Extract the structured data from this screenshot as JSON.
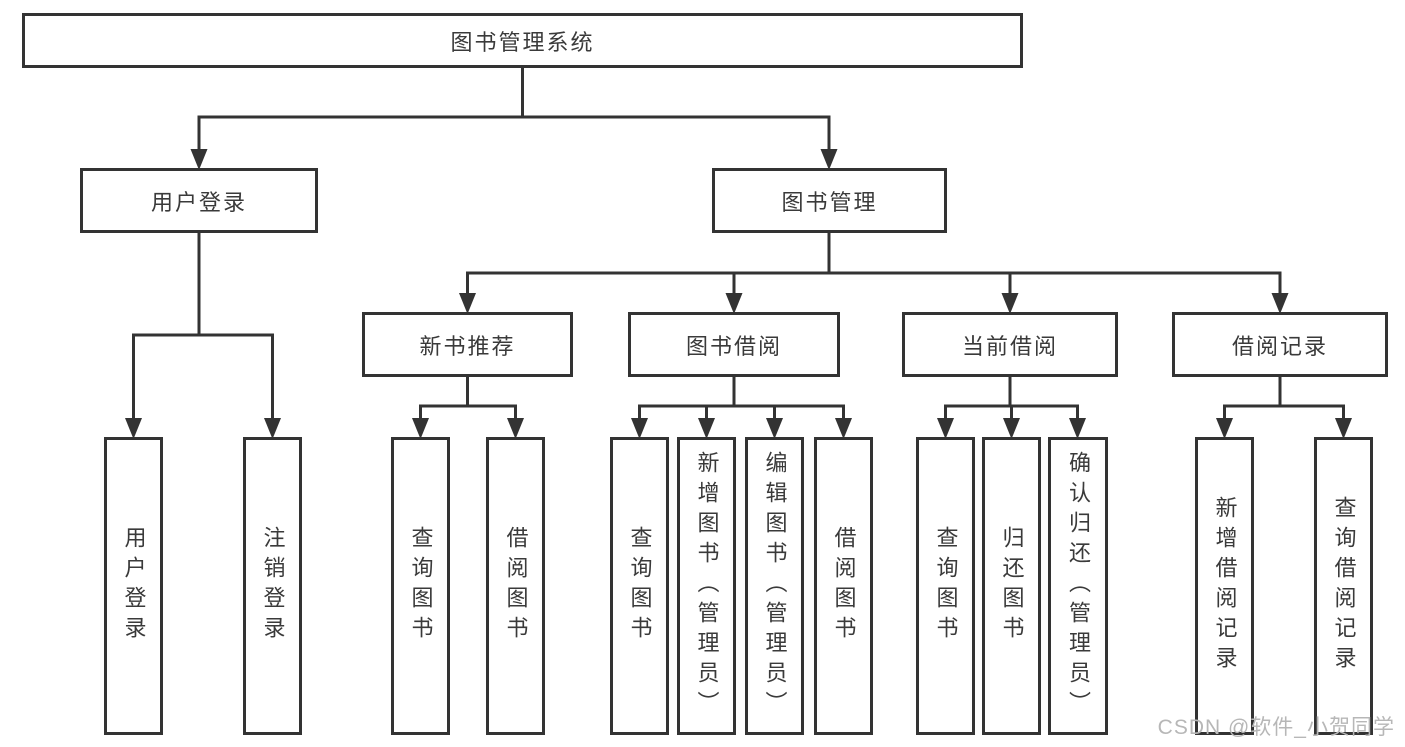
{
  "diagram": {
    "type": "hierarchy-flowchart",
    "root": {
      "label": "图书管理系统"
    },
    "user_login": {
      "label": "用户登录",
      "children": {
        "login": {
          "label": "用户登录"
        },
        "logout": {
          "label": "注销登录"
        }
      }
    },
    "book_mgmt": {
      "label": "图书管理",
      "children": {
        "new_book_rec": {
          "label": "新书推荐",
          "children": {
            "query_book": {
              "label": "查询图书"
            },
            "borrow_book": {
              "label": "借阅图书"
            }
          }
        },
        "book_borrow": {
          "label": "图书借阅",
          "children": {
            "query_book": {
              "label": "查询图书"
            },
            "add_book": {
              "label": "新增图书（管理员）"
            },
            "edit_book": {
              "label": "编辑图书（管理员）"
            },
            "borrow_book": {
              "label": "借阅图书"
            }
          }
        },
        "current_borrow": {
          "label": "当前借阅",
          "children": {
            "query_book": {
              "label": "查询图书"
            },
            "return_book": {
              "label": "归还图书"
            },
            "confirm_return": {
              "label": "确认归还（管理员）"
            }
          }
        },
        "borrow_record": {
          "label": "借阅记录",
          "children": {
            "add_record": {
              "label": "新增借阅记录"
            },
            "query_record": {
              "label": "查询借阅记录"
            }
          }
        }
      }
    }
  },
  "watermark": "CSDN @软件_小贺同学",
  "colors": {
    "line": "#333333",
    "box_border": "#333333",
    "text": "#3a3a3a",
    "background": "#ffffff",
    "watermark": "#b7b7b7"
  }
}
